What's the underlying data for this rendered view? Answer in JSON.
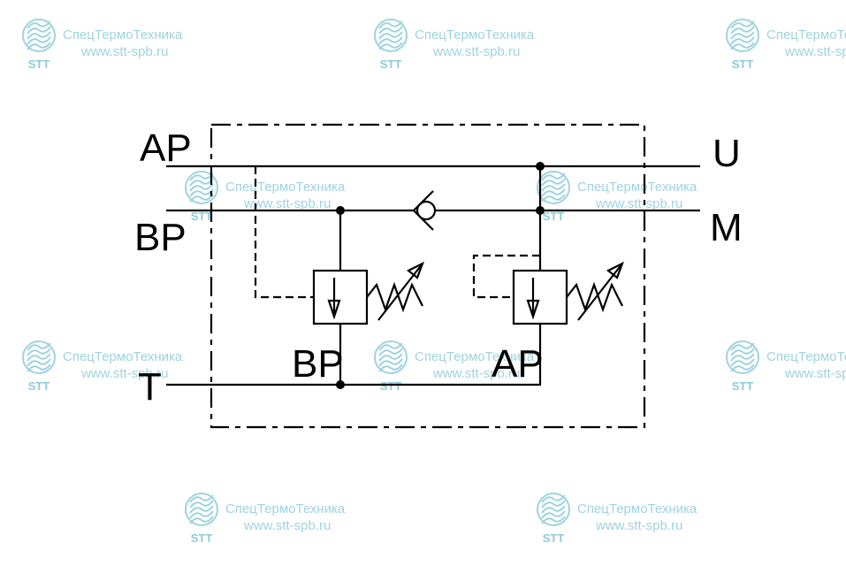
{
  "watermark": {
    "company": "СпецТермоТехника",
    "url": "www.stt-spb.ru",
    "logo": "STT",
    "accent": "#9fd3df"
  },
  "ports": {
    "inlet_a": "AP",
    "inlet_b": "BP",
    "tank": "T",
    "outlet_u": "U",
    "outlet_m": "M",
    "valve_b_label": "BP",
    "valve_a_label": "AP"
  },
  "icons": [
    "stt-logo-icon",
    "check-valve-icon",
    "relief-valve-icon",
    "spring-icon"
  ]
}
